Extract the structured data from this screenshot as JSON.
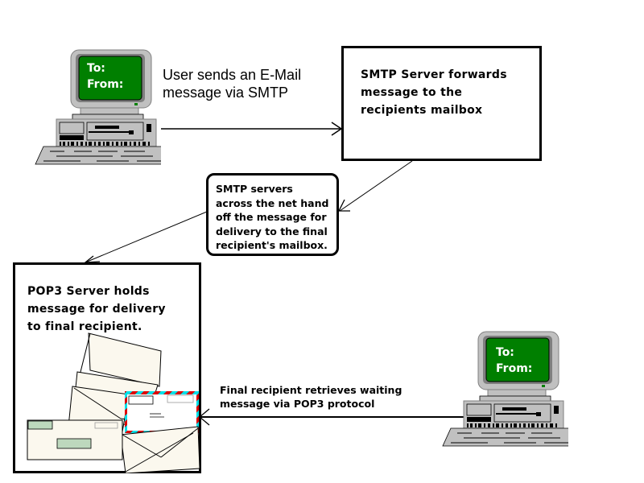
{
  "sender_computer": {
    "screen_lines": [
      "To:",
      "From:"
    ],
    "screen_color": "#007F00"
  },
  "recipient_computer": {
    "screen_lines": [
      "To:",
      "From:"
    ],
    "screen_color": "#007F00"
  },
  "step1_caption": {
    "lines": [
      "User sends an E-Mail",
      "message via SMTP"
    ]
  },
  "smtp_server_box": {
    "lines": [
      "SMTP Server forwards",
      "message to the",
      "recipients mailbox"
    ]
  },
  "relay_bubble": {
    "lines": [
      "SMTP servers",
      "across the net hand",
      "off the message for",
      "delivery to the final",
      "recipient's mailbox."
    ]
  },
  "pop3_server_box": {
    "lines": [
      "POP3 Server holds",
      "message for delivery",
      "to final recipient."
    ]
  },
  "step4_caption": {
    "lines": [
      "Final recipient retrieves waiting",
      "message via POP3 protocol"
    ]
  },
  "colors": {
    "envelope_fill": "#FBF8EE",
    "window_fill": "#BDD8BD",
    "airmail_red": "#E00000",
    "airmail_cyan": "#00E0E8",
    "computer_gray": "#C0C0C0"
  }
}
